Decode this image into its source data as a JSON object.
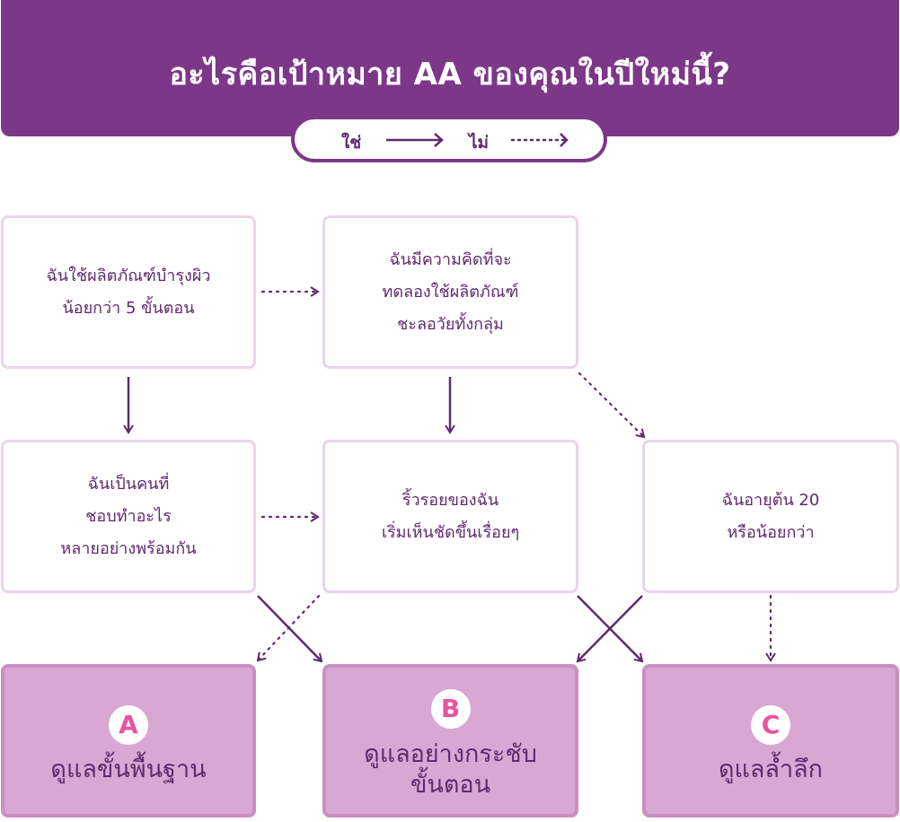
{
  "header": {
    "title": "อะไรคือเป้าหมาย AA ของคุณในปีใหม่นี้?",
    "background": "#7d3789"
  },
  "legend": {
    "yes_label": "ใช่",
    "no_label": "ไม่",
    "yes_style": "solid-arrow",
    "no_style": "dotted-arrow"
  },
  "questions": {
    "q1": "ฉันใช้ผลิตภัณฑ์บำรุงผิว\nน้อยกว่า 5 ขั้นตอน",
    "q2": "ฉันมีความคิดที่จะ\nทดลองใช้ผลิตภัณฑ์\nชะลอวัยทั้งกลุ่ม",
    "q3": "ฉันเป็นคนที่\nชอบทำอะไร\nหลายอย่างพร้อมกัน",
    "q4": "ริ้วรอยของฉัน\nเริ่มเห็นชัดขึ้นเรื่อยๆ",
    "q5": "ฉันอายุต้น 20\nหรือน้อยกว่า"
  },
  "results": {
    "a": {
      "letter": "A",
      "title": "ดูแลขั้นพื้นฐาน"
    },
    "b": {
      "letter": "B",
      "title": "ดูแลอย่างกระชับ\nขั้นตอน"
    },
    "c": {
      "letter": "C",
      "title": "ดูแลล้ำลึก"
    }
  },
  "colors": {
    "arrow": "#5e2a6e",
    "question_border": "#ecd3ea",
    "result_fill": "#d9a7d4",
    "result_border": "#c98fc3",
    "badge_letter": "#e8559c"
  }
}
